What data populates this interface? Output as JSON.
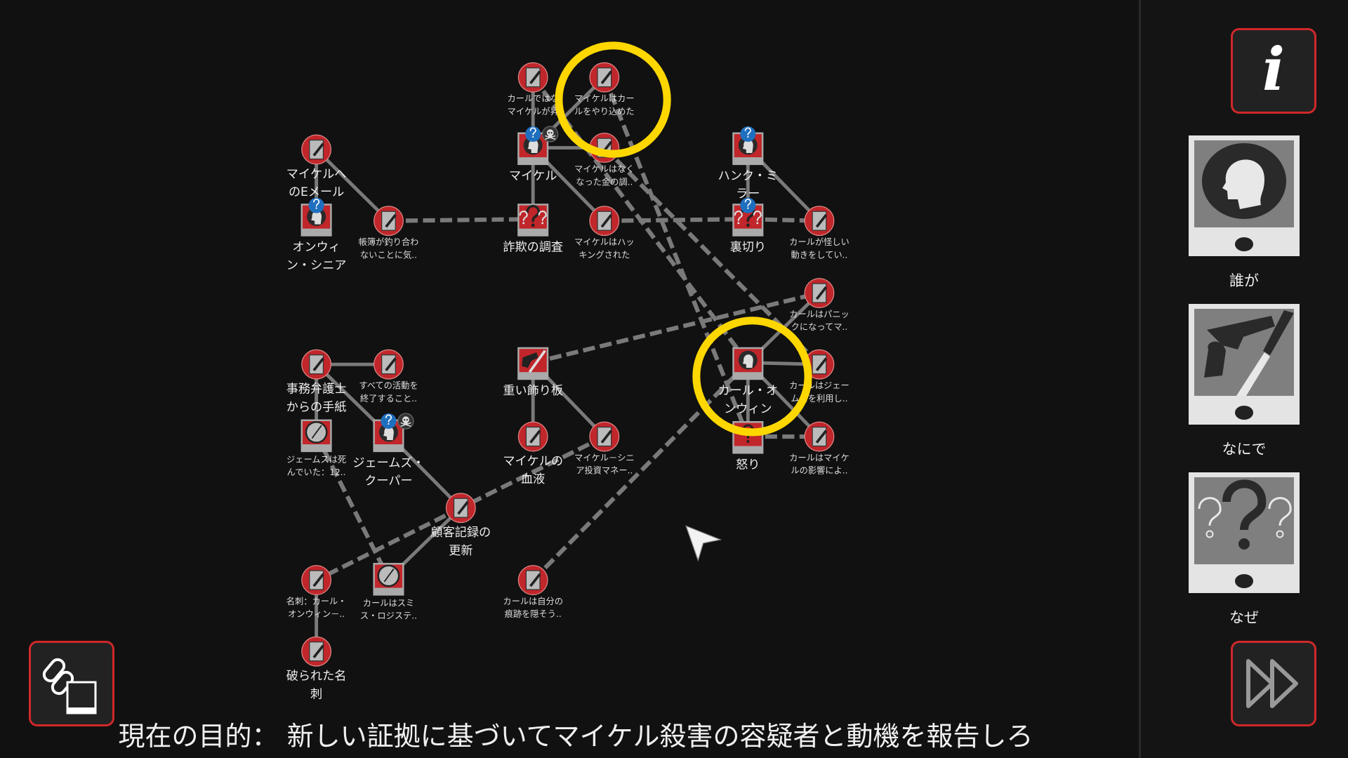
{
  "objective": {
    "prefix": "現在の目的：",
    "text": "新しい証拠に基づいてマイケル殺害の容疑者と動機を報告しろ"
  },
  "panel": {
    "info_icon": "i",
    "cards": [
      {
        "label": "誰が",
        "icon": "person-head-icon"
      },
      {
        "label": "なにで",
        "icon": "weapon-icon"
      },
      {
        "label": "なぜ",
        "icon": "question-marks-icon"
      }
    ]
  },
  "colors": {
    "accent": "#d0282a",
    "highlight": "#ffd700",
    "node_red": "#c0262a",
    "badge_blue": "#1f6fbf"
  },
  "nodes": [
    {
      "type": "doc",
      "lines": [
        "カールではな",
        "マイケルが昇"
      ],
      "size": "s"
    },
    {
      "type": "doc",
      "lines": [
        "マイケルはカー",
        "ルをやり込めた"
      ],
      "size": "s",
      "highlight": true
    },
    {
      "type": "person",
      "lines": [
        "マイケル"
      ],
      "size": "l",
      "badges": [
        "question",
        "skull"
      ]
    },
    {
      "type": "doc",
      "lines": [
        "マイケルはなく",
        "なった金の調.."
      ],
      "size": "s"
    },
    {
      "type": "doc",
      "lines": [
        "マイケルへ",
        "のEメール"
      ],
      "size": "l"
    },
    {
      "type": "person",
      "lines": [
        "オンウィ",
        "ン・シニア"
      ],
      "size": "l",
      "badges": [
        "question"
      ]
    },
    {
      "type": "doc",
      "lines": [
        "帳簿が釣り合わ",
        "ないことに気.."
      ],
      "size": "s"
    },
    {
      "type": "mystery",
      "lines": [
        "詐欺の調査"
      ],
      "size": "l"
    },
    {
      "type": "doc",
      "lines": [
        "マイケルはハッ",
        "キングされた"
      ],
      "size": "s"
    },
    {
      "type": "person",
      "lines": [
        "ハンク・ミ",
        "ラー"
      ],
      "size": "l",
      "badges": [
        "question"
      ]
    },
    {
      "type": "mystery",
      "lines": [
        "裏切り"
      ],
      "size": "l",
      "badges": [
        "question"
      ]
    },
    {
      "type": "doc",
      "lines": [
        "カールが怪しい",
        "動きをしてい.."
      ],
      "size": "s"
    },
    {
      "type": "doc",
      "lines": [
        "カールはパニッ",
        "クになってマ.."
      ],
      "size": "s"
    },
    {
      "type": "doc",
      "lines": [
        "事務弁護士",
        "からの手紙"
      ],
      "size": "l"
    },
    {
      "type": "doc",
      "lines": [
        "すべての活動を",
        "終了すること.."
      ],
      "size": "s"
    },
    {
      "type": "weapon",
      "lines": [
        "重い飾り板"
      ],
      "size": "l"
    },
    {
      "type": "person",
      "lines": [
        "カール・オ",
        "ンウィン"
      ],
      "size": "l",
      "highlight": true
    },
    {
      "type": "doc",
      "lines": [
        "カールはジェー",
        "ムスを利用し.."
      ],
      "size": "s"
    },
    {
      "type": "clock",
      "lines": [
        "ジェームスは死",
        "んでいた：12.."
      ],
      "size": "s"
    },
    {
      "type": "person",
      "lines": [
        "ジェームズ・",
        "クーパー"
      ],
      "size": "l",
      "badges": [
        "question",
        "skull"
      ]
    },
    {
      "type": "doc",
      "lines": [
        "マイケルの",
        "血液"
      ],
      "size": "l"
    },
    {
      "type": "doc",
      "lines": [
        "マイケル－シニ",
        "ア投資マネー.."
      ],
      "size": "s"
    },
    {
      "type": "anger",
      "lines": [
        "怒り"
      ],
      "size": "l"
    },
    {
      "type": "doc",
      "lines": [
        "カールはマイケ",
        "ルの影響によ.."
      ],
      "size": "s"
    },
    {
      "type": "doc",
      "lines": [
        "顧客記録の",
        "更新"
      ],
      "size": "l"
    },
    {
      "type": "doc",
      "lines": [
        "名刺：カール・",
        "オンウィン－.."
      ],
      "size": "s"
    },
    {
      "type": "clock",
      "lines": [
        "カールはスミ",
        "ス・ロジステ.."
      ],
      "size": "s"
    },
    {
      "type": "doc",
      "lines": [
        "カールは自分の",
        "痕跡を隠そう.."
      ],
      "size": "s"
    },
    {
      "type": "doc",
      "lines": [
        "破られた名",
        "刺"
      ],
      "size": "l"
    }
  ],
  "edges": [
    [
      4,
      5,
      "solid"
    ],
    [
      4,
      6,
      "solid"
    ],
    [
      0,
      2,
      "solid"
    ],
    [
      2,
      7,
      "solid"
    ],
    [
      2,
      3,
      "solid"
    ],
    [
      2,
      1,
      "solid"
    ],
    [
      2,
      8,
      "solid"
    ],
    [
      6,
      7,
      "dashed"
    ],
    [
      8,
      10,
      "dashed"
    ],
    [
      10,
      11,
      "dashed"
    ],
    [
      9,
      10,
      "solid"
    ],
    [
      9,
      11,
      "solid"
    ],
    [
      0,
      16,
      "dashed"
    ],
    [
      1,
      22,
      "dashed"
    ],
    [
      3,
      17,
      "dashed"
    ],
    [
      16,
      12,
      "solid"
    ],
    [
      16,
      17,
      "solid"
    ],
    [
      16,
      22,
      "solid"
    ],
    [
      16,
      23,
      "solid"
    ],
    [
      22,
      23,
      "dashed"
    ],
    [
      15,
      12,
      "dashed"
    ],
    [
      15,
      20,
      "solid"
    ],
    [
      15,
      21,
      "solid"
    ],
    [
      21,
      24,
      "dashed"
    ],
    [
      24,
      19,
      "solid"
    ],
    [
      24,
      25,
      "dashed"
    ],
    [
      24,
      26,
      "solid"
    ],
    [
      13,
      14,
      "solid"
    ],
    [
      13,
      18,
      "solid"
    ],
    [
      13,
      19,
      "solid"
    ],
    [
      18,
      26,
      "dashed"
    ],
    [
      25,
      28,
      "solid"
    ],
    [
      27,
      16,
      "dashed"
    ]
  ]
}
